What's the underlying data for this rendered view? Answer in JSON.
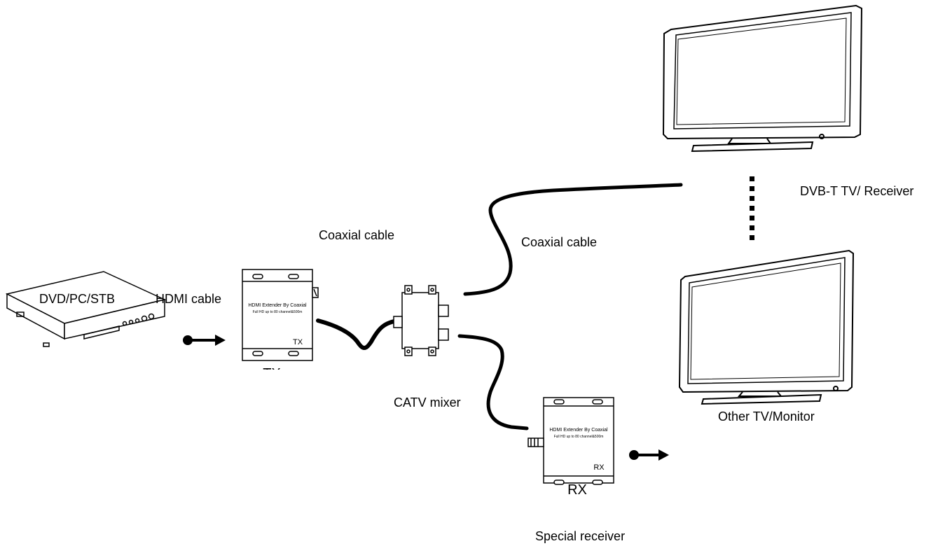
{
  "labels": {
    "source": "DVD/PC/STB",
    "hdmi_cable": "HDMI cable",
    "coax_1": "Coaxial cable",
    "coax_2": "Coaxial cable",
    "dvbt": "DVB-T TV/ Receiver",
    "catv_mixer": "CATV mixer",
    "other_tv": "Other TV/Monitor",
    "special_receiver": "Special receiver"
  },
  "tx": {
    "title": "HDMI Extender By Coaxial",
    "subtitle": "Full HD up to 80 channel&500m",
    "badge": "TX",
    "caption": "TX"
  },
  "rx": {
    "title": "HDMI Extender By Coaxial",
    "subtitle": "Full HD up to 80 channel&500m",
    "badge": "RX",
    "caption": "RX"
  },
  "colors": {
    "line": "#000000",
    "device_fill": "#ffffff",
    "screen": "#ffffff"
  }
}
